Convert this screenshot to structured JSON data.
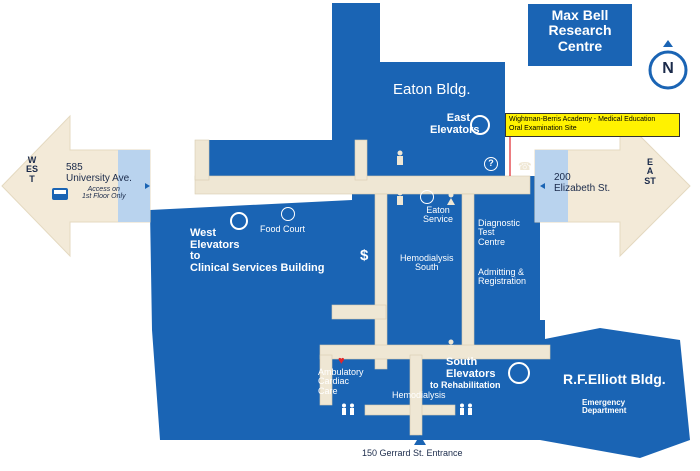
{
  "colors": {
    "building": "#1a64b4",
    "corridor": "#efe7d4",
    "arrow": "#f3ead8",
    "callout": "#fff200",
    "heart": "#e0262b"
  },
  "buildings": {
    "max_bell": "Max Bell\nResearch\nCentre",
    "eaton": "Eaton Bldg.",
    "rf_elliott": "R.F.Elliott Bldg."
  },
  "callout": {
    "line1": "Wightman-Berris Academy - Medical Education",
    "line2": "Oral Examination Site"
  },
  "compass": {
    "label": "N"
  },
  "west_arrow": {
    "direction": "WEST",
    "street_number": "585",
    "street_name": "University Ave.",
    "note": "Access on\n1st Floor Only"
  },
  "east_arrow": {
    "direction": "EAST",
    "street_number": "200",
    "street_name": "Elizabeth St."
  },
  "labels": {
    "east_elevators": "East\nElevators",
    "eaton_service": "Eaton\nService",
    "diagnostic": "Diagnostic\nTest\nCentre",
    "food_court": "Food Court",
    "west_elevators": "West\nElevators\nto\nClinical Services Building",
    "hemodialysis_south": "Hemodialysis\nSouth",
    "admitting": "Admitting &\nRegistration",
    "south_elevators": "South\nElevators",
    "to_rehab": "to Rehabilitation",
    "ambulatory": "Ambulatory\nCardiac\nCare",
    "hemodialysis": "Hemodialysis",
    "emergency": "Emergency\nDepartment",
    "entrance": "150 Gerrard St. Entrance",
    "dollar": "$",
    "info": "?"
  },
  "icons": {
    "elevator": "elevator-icon",
    "washroom": "washroom-icon",
    "telephone": "telephone-icon",
    "bus": "bus-icon",
    "food": "food-court-icon",
    "heart": "heart-icon"
  }
}
